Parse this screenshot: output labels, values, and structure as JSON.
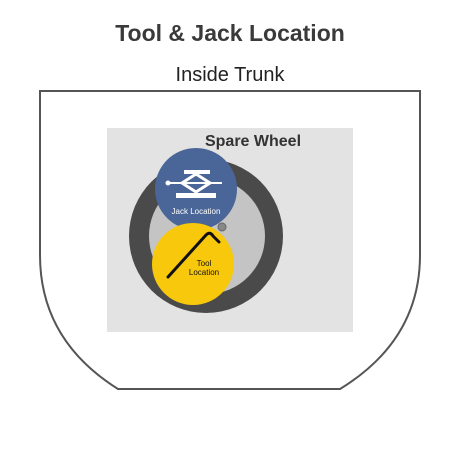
{
  "title": "Tool & Jack Location",
  "subtitle": "Inside Trunk",
  "spare_wheel": {
    "label": "Spare Wheel"
  },
  "jack": {
    "label": "Jack Location",
    "icon": "scissor-jack-icon"
  },
  "tool": {
    "label_line1": "Tool",
    "label_line2": "Location",
    "icon": "lug-wrench-icon"
  },
  "colors": {
    "trunk_outline": "#555555",
    "compartment": "#e3e3e3",
    "tire": "#4a4a4a",
    "rim": "#c4c4c4",
    "jack_circle": "#4a6597",
    "tool_circle": "#f7c80b",
    "tool_text": "#111111"
  }
}
